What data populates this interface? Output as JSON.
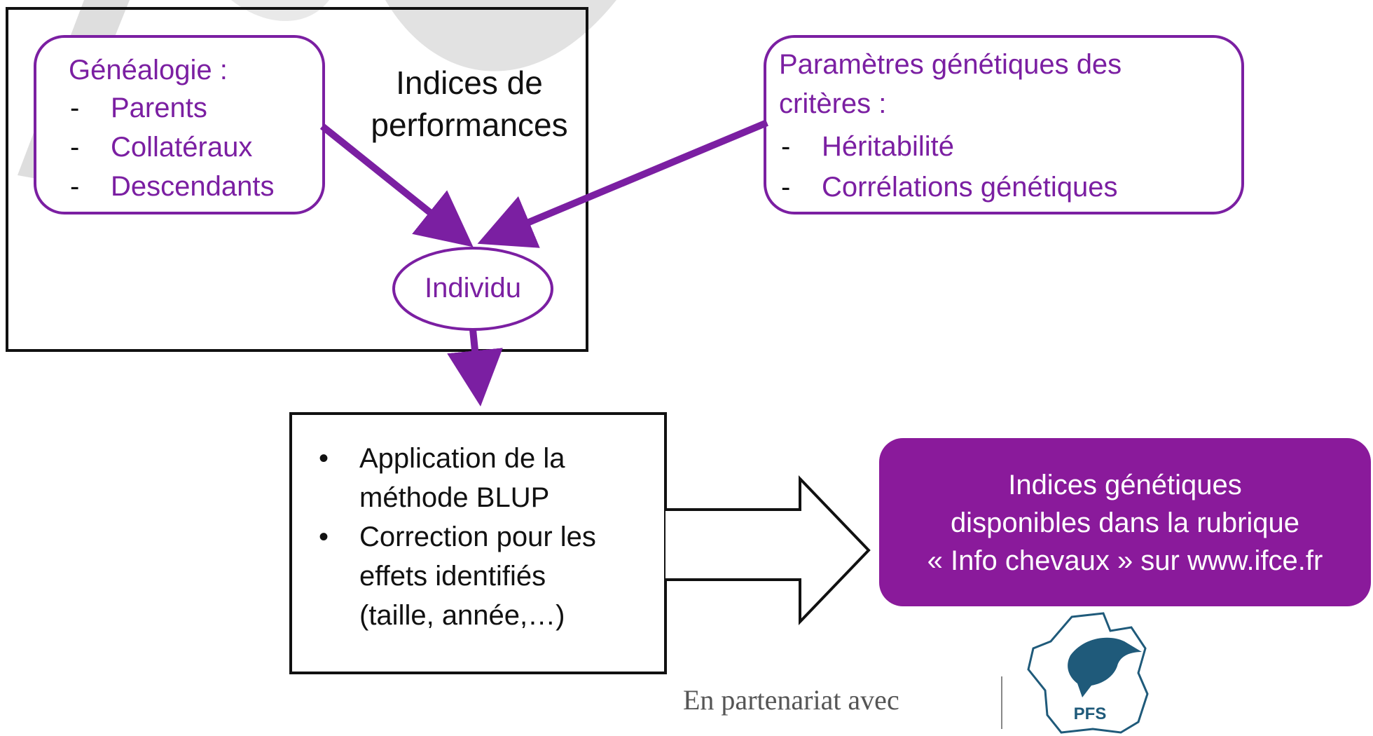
{
  "colors": {
    "accent": "#7b1fa2",
    "box_border": "#111111",
    "result_fill": "#8a1a9b",
    "watermark": "#dcdcdc",
    "logo_blue": "#1f5a7a",
    "logo_red": "#d32f2f"
  },
  "genealogy": {
    "title": "Généalogie :",
    "items": [
      {
        "dash": "-",
        "label": "Parents"
      },
      {
        "dash": "-",
        "label": "Collatéraux"
      },
      {
        "dash": "-",
        "label": "Descendants"
      }
    ]
  },
  "performance": {
    "line1": "Indices de",
    "line2": "performances"
  },
  "parameters": {
    "title_line1": "Paramètres génétiques des",
    "title_line2": "critères :",
    "items": [
      {
        "dash": "-",
        "label": "Héritabilité"
      },
      {
        "dash": "-",
        "label": "Corrélations génétiques"
      }
    ]
  },
  "individual": {
    "label": "Individu"
  },
  "method": {
    "items": [
      {
        "bullet": "•",
        "line1": "Application de la",
        "line2": "méthode BLUP",
        "line3": ""
      },
      {
        "bullet": "•",
        "line1": "Correction pour les",
        "line2": "effets identifiés",
        "line3": "(taille, année,…)"
      }
    ]
  },
  "result": {
    "line1": "Indices génétiques",
    "line2": "disponibles dans la rubrique",
    "line3": "« Info chevaux » sur www.ifce.fr"
  },
  "footer": {
    "partner_text": "En partenariat avec",
    "logo_icon": "pfs-horse-logo",
    "logo_letters": "PFS"
  }
}
